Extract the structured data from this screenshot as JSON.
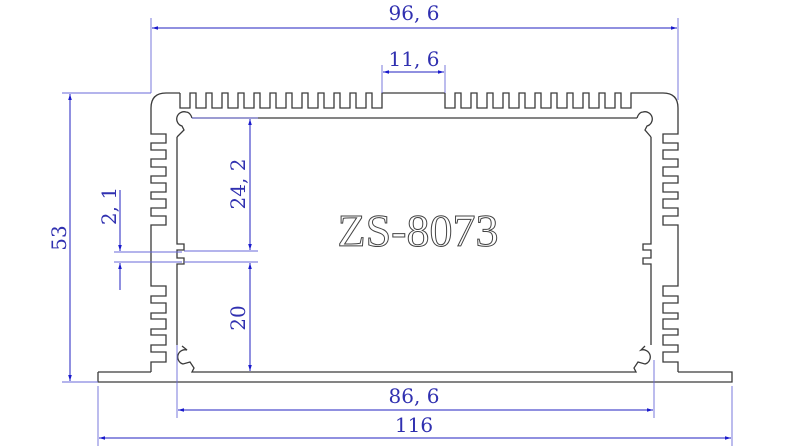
{
  "drawing": {
    "model_label": "ZS-8073",
    "colors": {
      "outline": "#3a3a3a",
      "dimension": "#2020c0",
      "dimension_text": "#3030b0",
      "background": "#ffffff"
    }
  },
  "dimensions": {
    "overall_body_width": "96, 6",
    "top_flat_width": "11, 6",
    "height": "53",
    "slot_width": "2, 1",
    "upper_inner_height": "24, 2",
    "lower_inner_height": "20",
    "inner_width": "86, 6",
    "base_width": "116"
  }
}
